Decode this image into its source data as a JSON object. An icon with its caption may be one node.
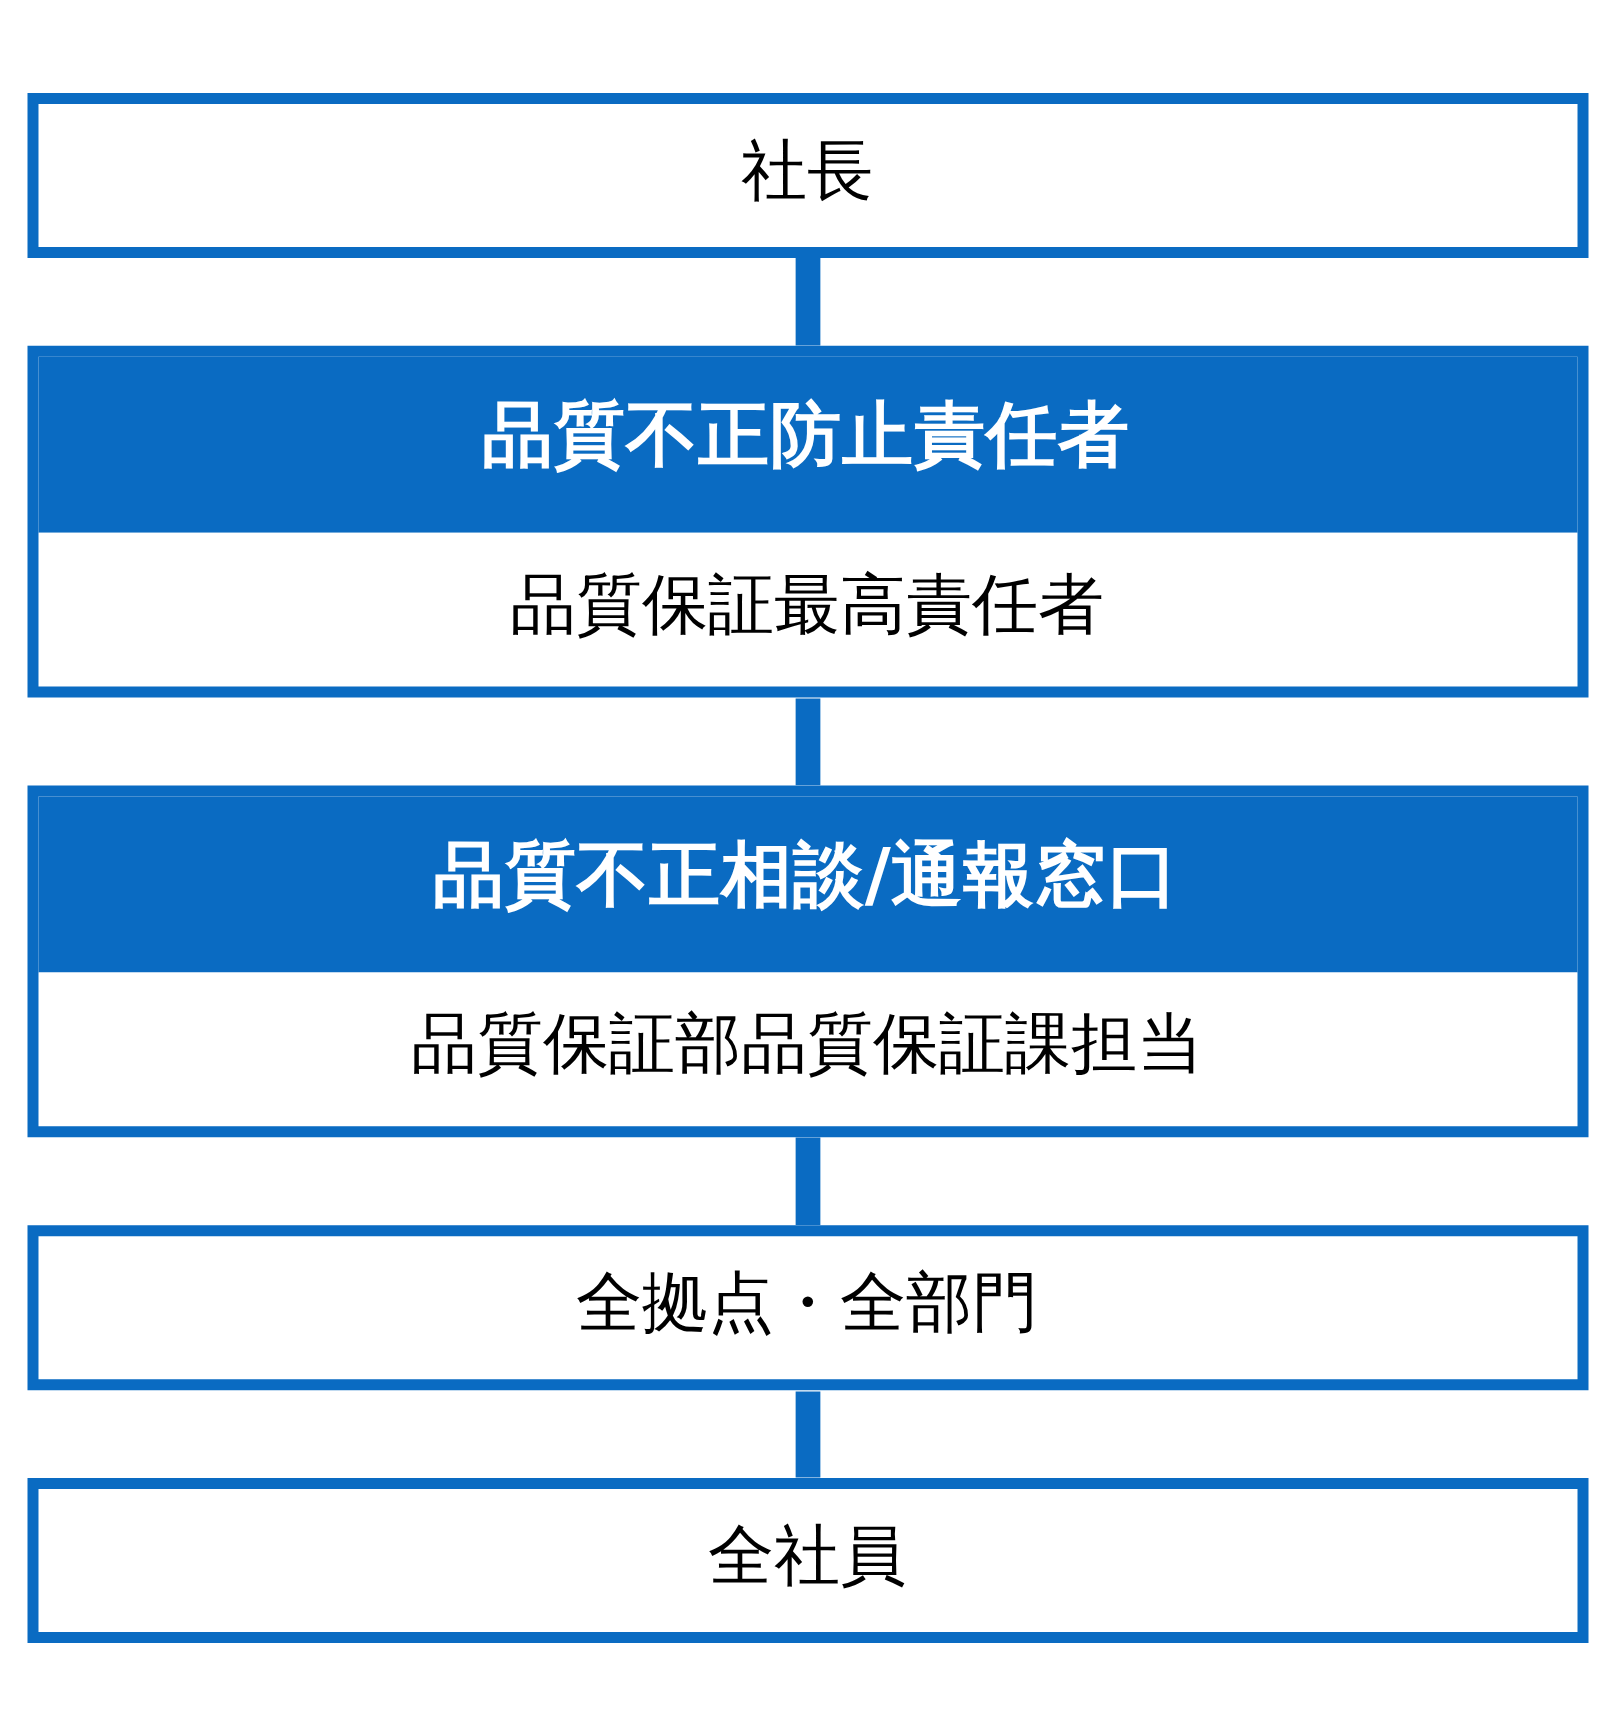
{
  "diagram": {
    "nodes": [
      {
        "text": [
          "社長"
        ]
      },
      {
        "text": [
          "品質不正防止責任者",
          "品質保証最高責任者"
        ]
      },
      {
        "text": [
          "品質不正相談/通報窓口",
          "品質保証部品質保証課担当"
        ]
      },
      {
        "text": [
          "全拠点・全部門"
        ]
      },
      {
        "text": [
          "全社員"
        ]
      }
    ],
    "edges": [
      {
        "from": 0,
        "to": 1,
        "arrow": "none"
      },
      {
        "from": 1,
        "to": 2,
        "arrow": "none"
      },
      {
        "from": 2,
        "to": 3,
        "arrow": "none"
      },
      {
        "from": 3,
        "to": 4,
        "arrow": "none"
      }
    ]
  }
}
